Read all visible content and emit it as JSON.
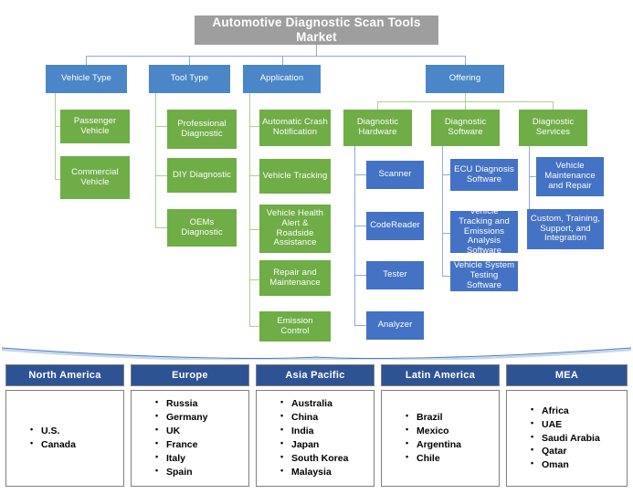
{
  "title": {
    "label": "Automotive Diagnostic Scan Tools Market"
  },
  "segments": [
    {
      "label": "Vehicle Type"
    },
    {
      "label": "Tool Type"
    },
    {
      "label": "Application"
    },
    {
      "label": "Offering"
    }
  ],
  "vehicle_type": [
    {
      "label": "Passenger Vehicle"
    },
    {
      "label": "Commercial Vehicle"
    }
  ],
  "tool_type": [
    {
      "label": "Professional Diagnostic"
    },
    {
      "label": "DIY Diagnostic"
    },
    {
      "label": "OEMs Diagnostic"
    }
  ],
  "application": [
    {
      "label": "Automatic Crash Notification"
    },
    {
      "label": "Vehicle Tracking"
    },
    {
      "label": "Vehicle Health Alert & Roadside Assistance"
    },
    {
      "label": "Repair and Maintenance"
    },
    {
      "label": "Emission Control"
    }
  ],
  "offering": [
    {
      "label": "Diagnostic Hardware",
      "children": [
        {
          "label": "Scanner"
        },
        {
          "label": "CodeReader"
        },
        {
          "label": "Tester"
        },
        {
          "label": "Analyzer"
        }
      ]
    },
    {
      "label": "Diagnostic Software",
      "children": [
        {
          "label": "ECU Diagnosis Software"
        },
        {
          "label": "Vehicle Tracking and Emissions Analysis Software"
        },
        {
          "label": "Vehicle System Testing Software"
        }
      ]
    },
    {
      "label": "Diagnostic Services",
      "children": [
        {
          "label": "Vehicle Maintenance and Repair"
        },
        {
          "label": "Custom, Training, Support, and Integration"
        }
      ]
    }
  ],
  "regions": [
    {
      "name": "North America",
      "countries": [
        "U.S.",
        "Canada"
      ]
    },
    {
      "name": "Europe",
      "countries": [
        "Russia",
        "Germany",
        "UK",
        "France",
        "Italy",
        "Spain"
      ]
    },
    {
      "name": "Asia Pacific",
      "countries": [
        "Australia",
        "China",
        "India",
        "Japan",
        "South Korea",
        "Malaysia"
      ]
    },
    {
      "name": "Latin America",
      "countries": [
        "Brazil",
        "Mexico",
        "Argentina",
        "Chile"
      ]
    },
    {
      "name": "MEA",
      "countries": [
        "Africa",
        "UAE",
        "Saudi Arabia",
        "Qatar",
        "Oman"
      ]
    }
  ],
  "colors": {
    "title_grey": "#9e9e9e",
    "segment_blue": "#4a86c8",
    "category_green": "#6fad46",
    "leaf_blue": "#4472c4",
    "region_header_navy": "#2e5395",
    "connector_blue": "#8faadc",
    "connector_green": "#a9d18e"
  }
}
